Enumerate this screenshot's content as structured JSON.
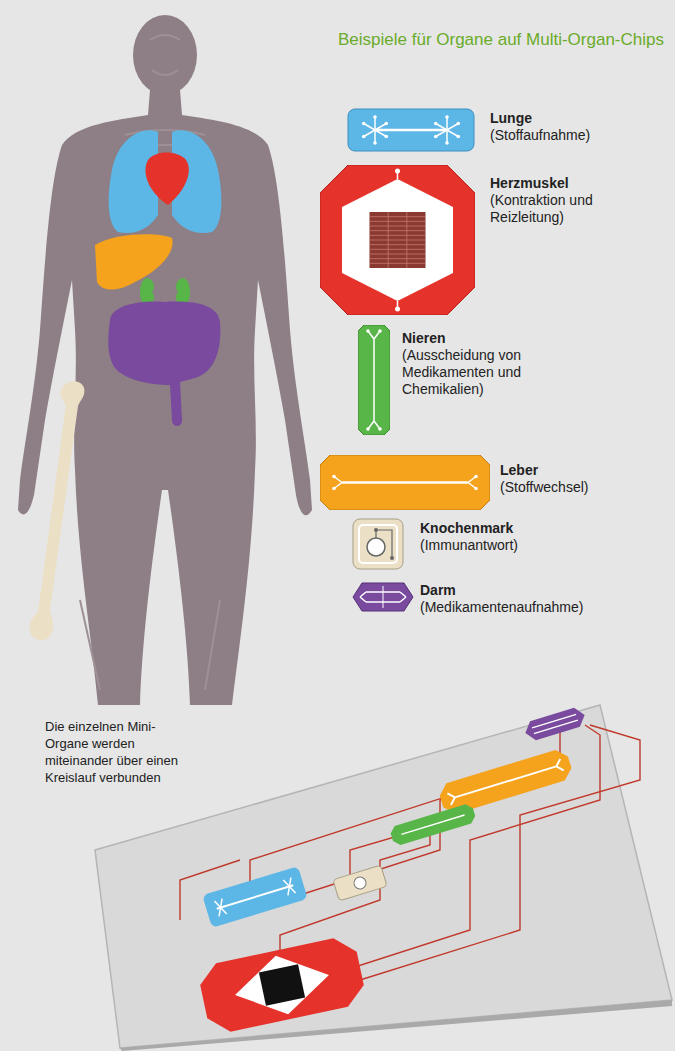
{
  "diagram": {
    "title": "Beispiele für Organe auf Multi-Organ-Chips",
    "nodes": [
      {
        "text": [
          "Lunge",
          "(Stoffaufnahme)"
        ]
      },
      {
        "text": [
          "Herzmuskel",
          "(Kontraktion und Reizleitung)"
        ]
      },
      {
        "text": [
          "Nieren",
          "(Ausscheidung von Medikamenten und Chemikalien)"
        ]
      },
      {
        "text": [
          "Leber",
          "(Stoffwechsel)"
        ]
      },
      {
        "text": [
          "Knochenmark",
          "(Immunantwort)"
        ]
      },
      {
        "text": [
          "Darm",
          "(Medikamentenaufnahme)"
        ]
      }
    ],
    "labels": [
      "Die einzelnen Mini-Organe werden miteinander über einen Kreislauf verbunden"
    ]
  }
}
